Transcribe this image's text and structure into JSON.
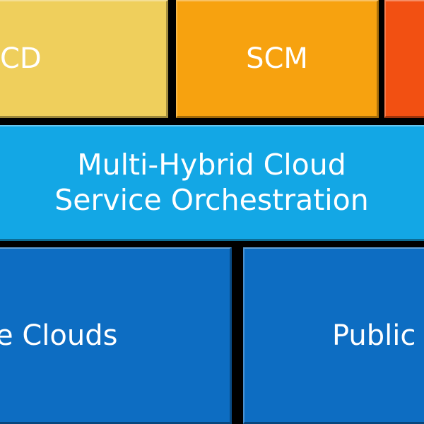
{
  "colors": {
    "background": "#000000",
    "cd": "#EFCF5C",
    "scm": "#F7A20F",
    "red": "#F25012",
    "orchestration": "#13A7E5",
    "clouds": "#0D6DC2",
    "text": "#FFFFFF"
  },
  "top_row": {
    "cd_label": "CD",
    "scm_label": "SCM",
    "red_label": ""
  },
  "middle_row": {
    "line1": "Multi-Hybrid Cloud",
    "line2": "Service Orchestration"
  },
  "bottom_row": {
    "private_label": "e Clouds",
    "public_label": "Public"
  }
}
